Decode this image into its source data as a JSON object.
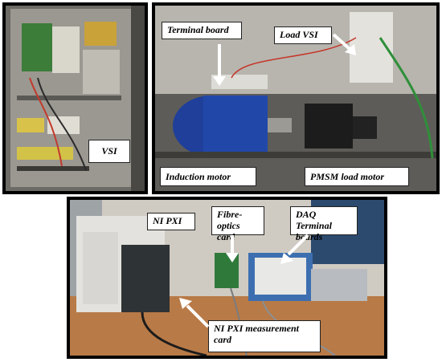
{
  "labels": {
    "vsi": "VSI",
    "terminal_board": "Terminal board",
    "load_vsi": "Load VSI",
    "induction_motor": "Induction motor",
    "pmsm_load_motor": "PMSM load motor",
    "ni_pxi": "NI PXI",
    "fibre_optics_card": "Fibre-optics card",
    "daq_terminal_boards": "DAQ Terminal boards",
    "ni_pxi_measurement_card": "NI PXI measurement card"
  },
  "colors": {
    "frame": "#000000",
    "cabinet_grey": "#8e8c86",
    "motor_blue": "#1f3f9a",
    "table_wood": "#b87a47",
    "daq_blue": "#3d6fb0",
    "wall_blue": "#2b4a6e"
  }
}
